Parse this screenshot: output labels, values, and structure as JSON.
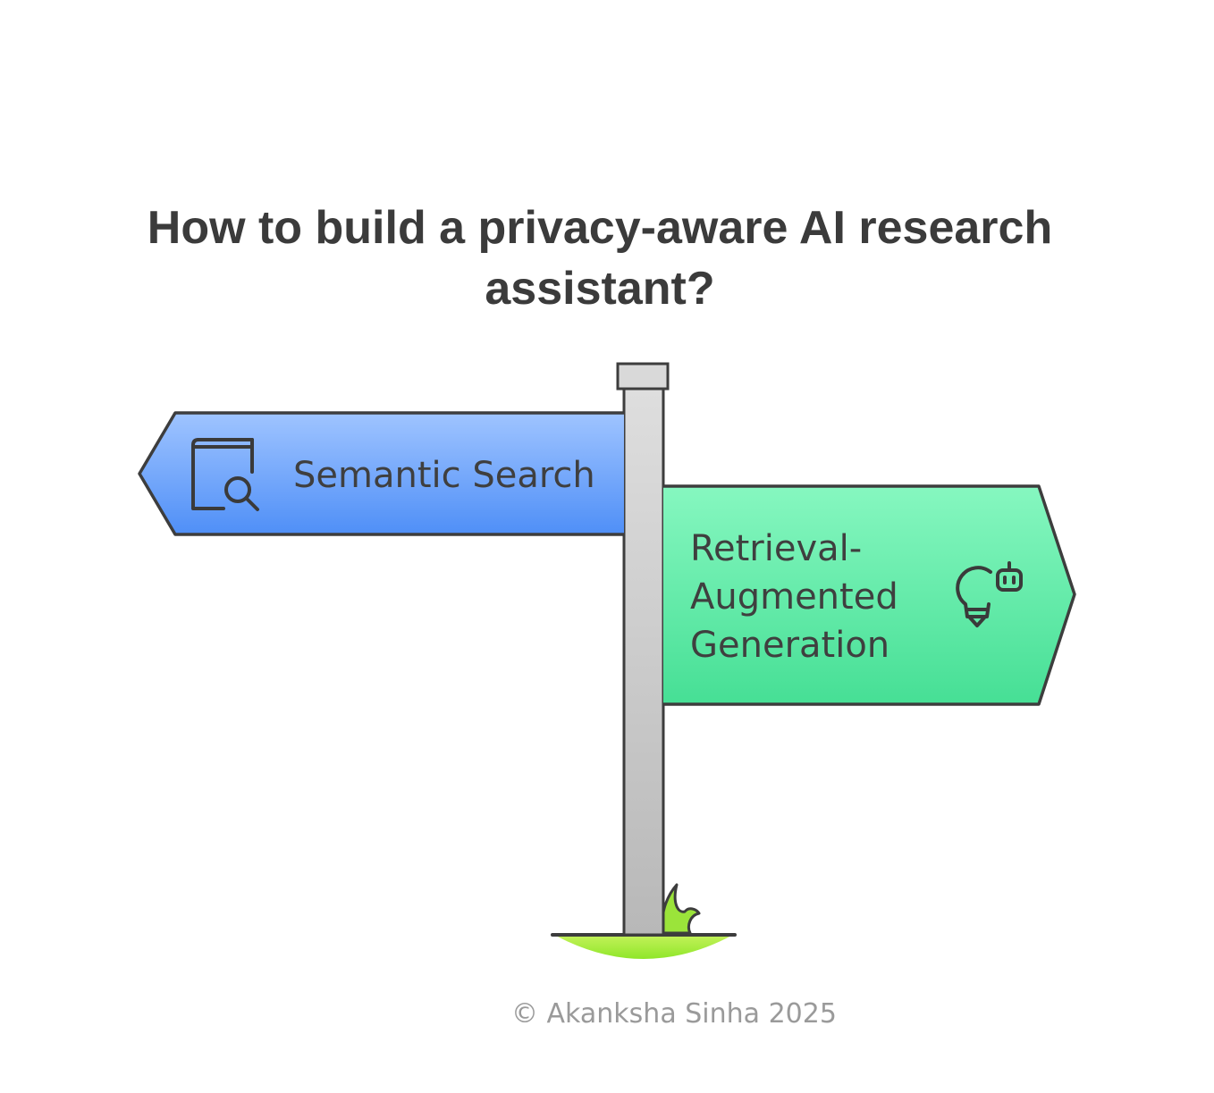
{
  "title": {
    "line1": "How to build a privacy-aware AI research",
    "line2": "assistant?"
  },
  "signs": {
    "left": {
      "label": "Semantic Search",
      "icon": "book-search-icon",
      "direction": "left",
      "color_top": "#9fc4ff",
      "color_bottom": "#4f8ff7"
    },
    "right": {
      "label_lines": [
        "Retrieval-",
        "Augmented",
        "Generation"
      ],
      "icon": "lightbulb-robot-icon",
      "direction": "right",
      "color_top": "#86f7c0",
      "color_bottom": "#46df95"
    }
  },
  "footer": {
    "copyright": "© Akanksha Sinha 2025"
  }
}
